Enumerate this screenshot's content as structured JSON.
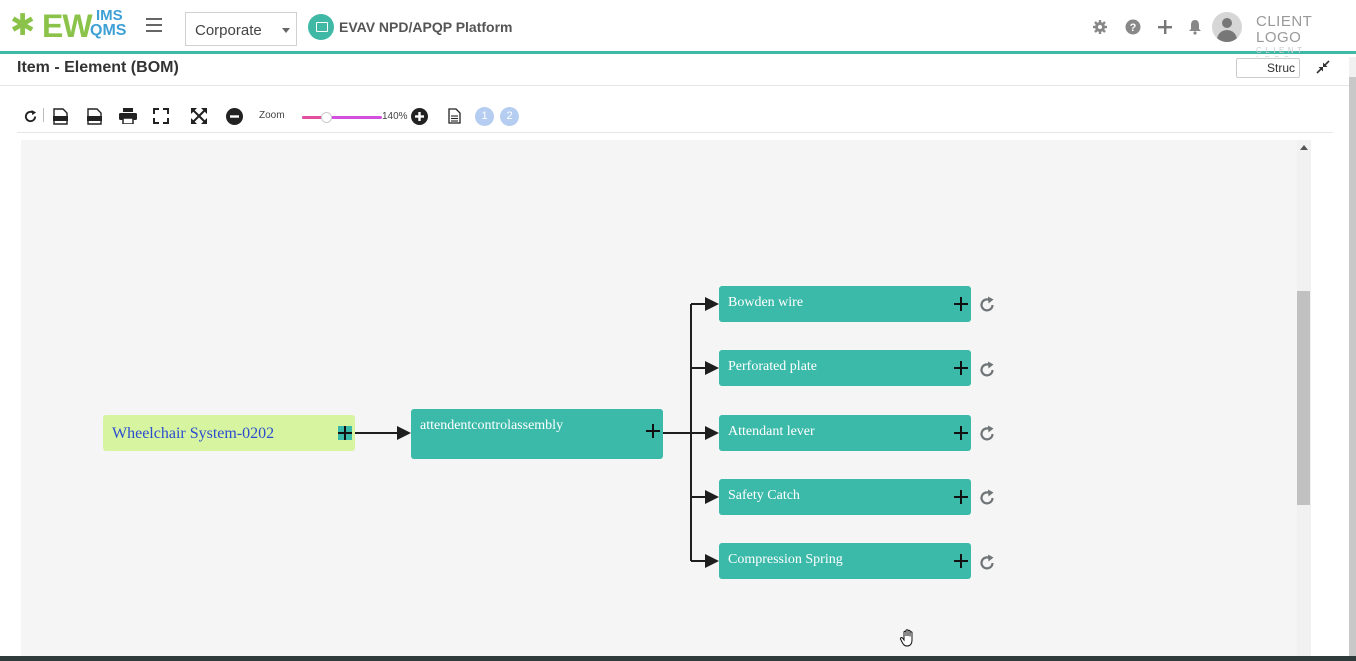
{
  "app": {
    "logo_main": "EW",
    "logo_ims": "IMS",
    "logo_qms": "QMS",
    "company_select": "Corporate",
    "platform_title": "EVAV NPD/APQP Platform",
    "client_logo": "CLIENT LOGO",
    "client_logo_sub": "CLIENT LOGO"
  },
  "page": {
    "title": "Item - Element (BOM)",
    "struct_button": "Struc"
  },
  "toolbar": {
    "zoom_label": "Zoom",
    "zoom_value": "140%",
    "zoom_fraction": 0.3,
    "pages": [
      "1",
      "2"
    ]
  },
  "tree": {
    "root": "Wheelchair System-0202",
    "assembly": "attendentcontrolassembly",
    "children": [
      "Bowden wire",
      "Perforated plate",
      "Attendant lever",
      "Safety Catch",
      "Compression Spring"
    ]
  },
  "colors": {
    "accent": "#3fb8a6",
    "node_teal": "#3bb9a9",
    "root_bg": "#d7f5a0",
    "root_text": "#2b4ccf",
    "zoom_slider": "#d24fe0"
  }
}
